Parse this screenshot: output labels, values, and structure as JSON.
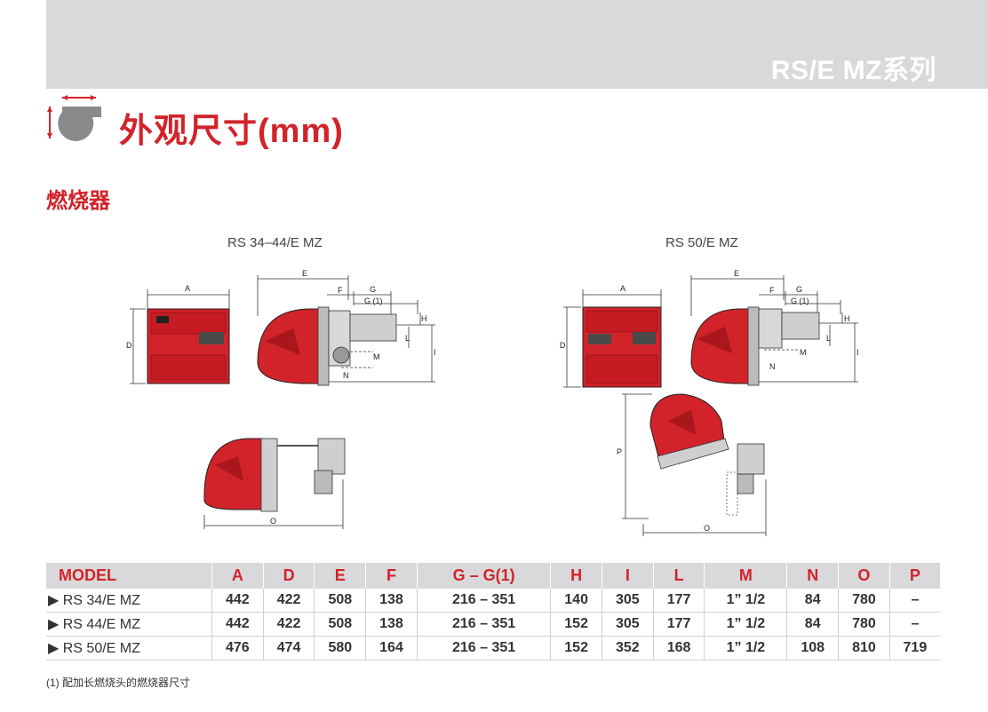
{
  "header": {
    "series_title": "RS/E MZ系列"
  },
  "page": {
    "title": "外观尺寸(mm)",
    "subtitle": "燃烧器"
  },
  "drawings": {
    "left_label": "RS 34–44/E MZ",
    "right_label": "RS 50/E MZ",
    "dim_labels": {
      "A": "A",
      "D": "D",
      "E": "E",
      "F": "F",
      "G": "G",
      "G1": "G (1)",
      "H": "H",
      "I": "I",
      "L": "L",
      "M": "M",
      "N": "N",
      "O": "O",
      "P": "P"
    }
  },
  "table": {
    "headers": [
      "MODEL",
      "A",
      "D",
      "E",
      "F",
      "G – G(1)",
      "H",
      "I",
      "L",
      "M",
      "N",
      "O",
      "P"
    ],
    "rows": [
      [
        "RS 34/E MZ",
        "442",
        "422",
        "508",
        "138",
        "216 – 351",
        "140",
        "305",
        "177",
        "1” 1/2",
        "84",
        "780",
        "–"
      ],
      [
        "RS 44/E MZ",
        "442",
        "422",
        "508",
        "138",
        "216 – 351",
        "152",
        "305",
        "177",
        "1” 1/2",
        "84",
        "780",
        "–"
      ],
      [
        "RS 50/E MZ",
        "476",
        "474",
        "580",
        "164",
        "216 – 351",
        "152",
        "352",
        "168",
        "1” 1/2",
        "108",
        "810",
        "719"
      ]
    ]
  },
  "footnote": "(1) 配加长燃烧头的燃烧器尺寸",
  "colors": {
    "brand_red": "#d2232a",
    "header_grey": "#d9d9db"
  }
}
